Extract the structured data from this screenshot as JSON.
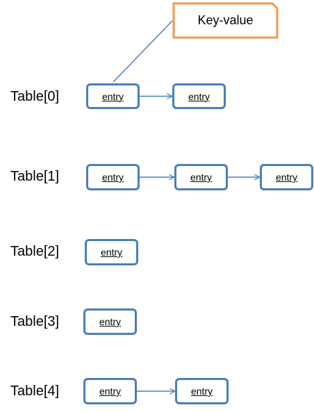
{
  "callout": {
    "label": "Key-value",
    "border_color": "#f79646"
  },
  "entry_border_color": "#4a7ebb",
  "arrow_color": "#4a7ebb",
  "table": [
    {
      "label": "Table[0]",
      "entries": [
        "entry",
        "entry"
      ]
    },
    {
      "label": "Table[1]",
      "entries": [
        "entry",
        "entry",
        "entry"
      ]
    },
    {
      "label": "Table[2]",
      "entries": [
        "entry"
      ]
    },
    {
      "label": "Table[3]",
      "entries": [
        "entry"
      ]
    },
    {
      "label": "Table[4]",
      "entries": [
        "entry",
        "entry"
      ]
    }
  ]
}
